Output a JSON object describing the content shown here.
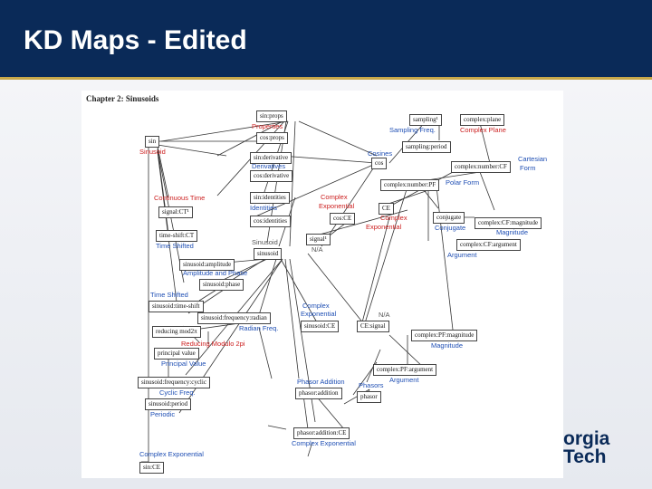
{
  "slide": {
    "title": "KD Maps - Edited",
    "chapter": "Chapter 2: Sinusoids",
    "logo_line1": "orgia",
    "logo_line2": "Tech"
  },
  "colors": {
    "header": "#0a2a58",
    "accent": "#c8a84a",
    "label_red": "#cc1f1f",
    "label_blue": "#1f4fb4"
  },
  "nodes": {
    "sinprops": "sin:props",
    "cosprops": "cos:props",
    "sin": "sin",
    "sampling": "sampling¹",
    "complexplane": "complex:plane",
    "samplingperiod": "sampling:period",
    "sinderivative": "sin:derivative",
    "cosnode": "cos",
    "cosderivative": "cos:derivative",
    "complexnumberCF": "complex:number:CF",
    "complexnumberPF": "complex:number:PF",
    "sinidentities": "sin:identities",
    "cosidentities": "cos:identities",
    "ce": "CE",
    "cosce": "cos:CE",
    "signalct": "signal:CT¹",
    "conjugate": "conjugate",
    "complexcfmagnitude": "complex:CF:magnitude",
    "timeshiftct": "time-shift:CT",
    "sinusoid": "sinusoid",
    "signal1": "signal¹",
    "complexcfargument": "complex:CF:argument",
    "sinusoidamplitude": "sinusoid:amplitude",
    "sinusoidphase": "sinusoid:phase",
    "sinusoidtimeshift": "sinusoid:time-shift",
    "sinusoidfreqradian": "sinusoid:frequency:radian",
    "sinusoidce": "sinusoid:CE",
    "cesignal": "CE:signal",
    "reducingmod": "reducing mod2π",
    "principalvalue": "principal value",
    "complexpfmagnitude": "complex:PF:magnitude",
    "complexpfargument": "complex:PF:argument",
    "sinusoidfreqcyclic": "sinusoid:frequency:cyclic",
    "phasoraddition": "phasor:addition",
    "phasor": "phasor",
    "sinusoidperiod": "sinusoid:period",
    "phasoradditionce": "phasor:addition:CE",
    "since": "sin:CE"
  },
  "labels": {
    "properties": "Properties",
    "samplingfreq": "Sampling Freq.",
    "complexplane": "Complex Plane",
    "sinusoid": "Sinusoid",
    "cosines": "Cosines",
    "cartesian1": "Cartesian",
    "cartesian2": "Form",
    "derivatives": "Derivatives",
    "polarform": "Polar Form",
    "continuoustime": "Continuous Time",
    "identities": "Identities",
    "complexexp1": "Complex",
    "complexexp2": "Exponential",
    "ceexp1": "Complex",
    "ceexp2": "Exponential",
    "conjugate": "Conjugate",
    "magnitude": "Magnitude",
    "timeshifted": "Time Shifted",
    "sinusoid2": "Sinusoid",
    "na1": "N/A",
    "argument": "Argument",
    "ampphase": "Amplitude and Phase",
    "timeshifted2": "Time Shifted",
    "complexexp3": "Complex",
    "complexexp4": "Exponential",
    "na2": "N/A",
    "radianfreq": "Radian Freq.",
    "reducingmodulo": "Reducing Modulo 2pi",
    "magnitude2": "Magnitude",
    "principalvalue": "Principal Value",
    "argument2": "Argument",
    "cyclicfreq": "Cyclic Freq.",
    "phasoraddition": "Phasor Addition",
    "phasors": "Phasors",
    "periodic": "Periodic",
    "complexexpbottom": "Complex Exponential",
    "complexexpbottom2": "Complex Exponential"
  }
}
